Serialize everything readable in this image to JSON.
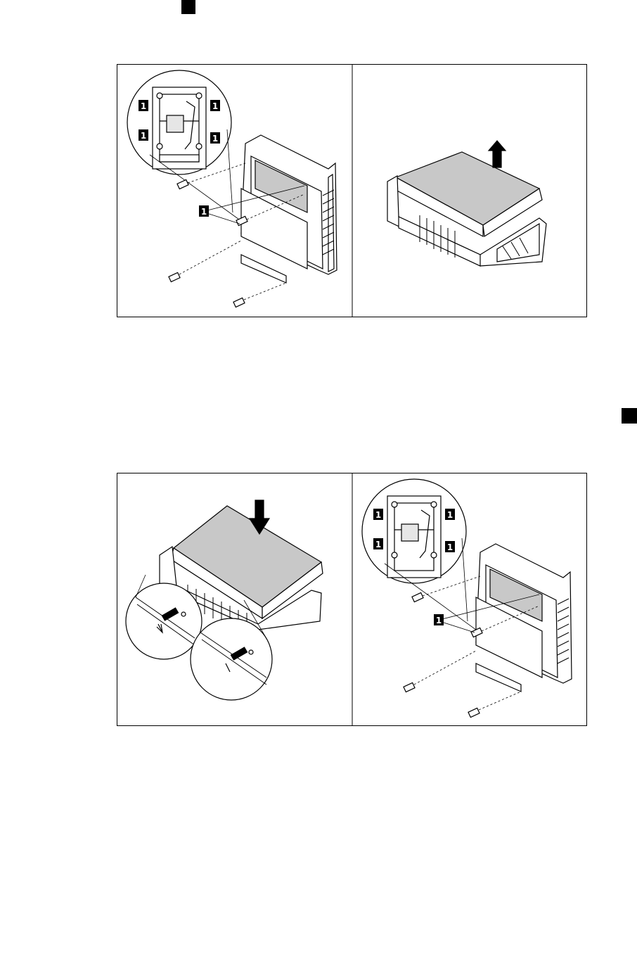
{
  "markers": {
    "top_left": "",
    "right_edge": ""
  },
  "figure_top": {
    "panel_left": {
      "callouts": [
        "1",
        "1",
        "1",
        "1",
        "1"
      ]
    },
    "panel_right": {
      "direction": "up-arrow"
    }
  },
  "figure_bottom": {
    "panel_left": {
      "direction": "down-arrow"
    },
    "panel_right": {
      "callouts": [
        "1",
        "1",
        "1",
        "1",
        "1"
      ]
    }
  },
  "colors": {
    "ink": "#000000",
    "fill": "#c8c8c8",
    "paper": "#ffffff"
  }
}
